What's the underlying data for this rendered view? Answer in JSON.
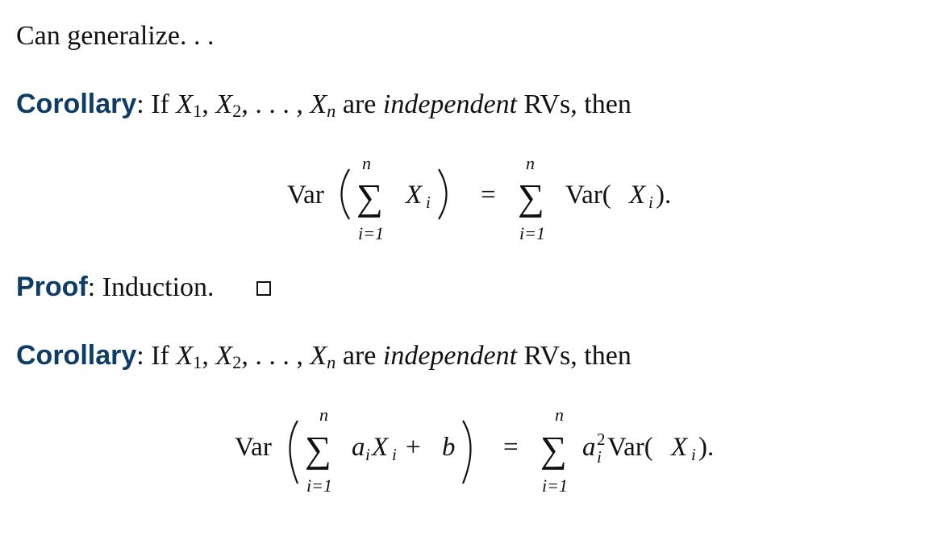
{
  "intro": {
    "text": "Can generalize. . ."
  },
  "corollary1": {
    "keyword": "Corollary",
    "colon": ": If ",
    "x1": "X",
    "x1_sub": "1",
    "sep1": ", ",
    "x2": "X",
    "x2_sub": "2",
    "dots": ", . . . , ",
    "xn": "X",
    "xn_sub": "n",
    "are": " are ",
    "independent": "independent",
    "rest": " RVs, then"
  },
  "eq1": {
    "var": "Var",
    "sum_top": "n",
    "sum_bottom": "i=1",
    "term": "X",
    "term_sub": "i",
    "equals": "=",
    "rhs_var": "Var(",
    "rhs_x": "X",
    "rhs_x_sub": "i",
    "rhs_close": ")."
  },
  "proof": {
    "keyword": "Proof",
    "text": ": Induction."
  },
  "corollary2": {
    "keyword": "Corollary",
    "colon": ": If ",
    "x1": "X",
    "x1_sub": "1",
    "sep1": ", ",
    "x2": "X",
    "x2_sub": "2",
    "dots": ", . . . , ",
    "xn": "X",
    "xn_sub": "n",
    "are": " are ",
    "independent": "independent",
    "rest": " RVs, then"
  },
  "eq2": {
    "var": "Var",
    "sum_top": "n",
    "sum_bottom": "i=1",
    "coef": "a",
    "coef_sub": "i",
    "term": "X",
    "term_sub": "i",
    "plus": "+",
    "const": "b",
    "equals": "=",
    "rhs_coef": "a",
    "rhs_coef_sup": "2",
    "rhs_coef_sub": "i",
    "rhs_var": "Var(",
    "rhs_x": "X",
    "rhs_x_sub": "i",
    "rhs_close": ")."
  }
}
